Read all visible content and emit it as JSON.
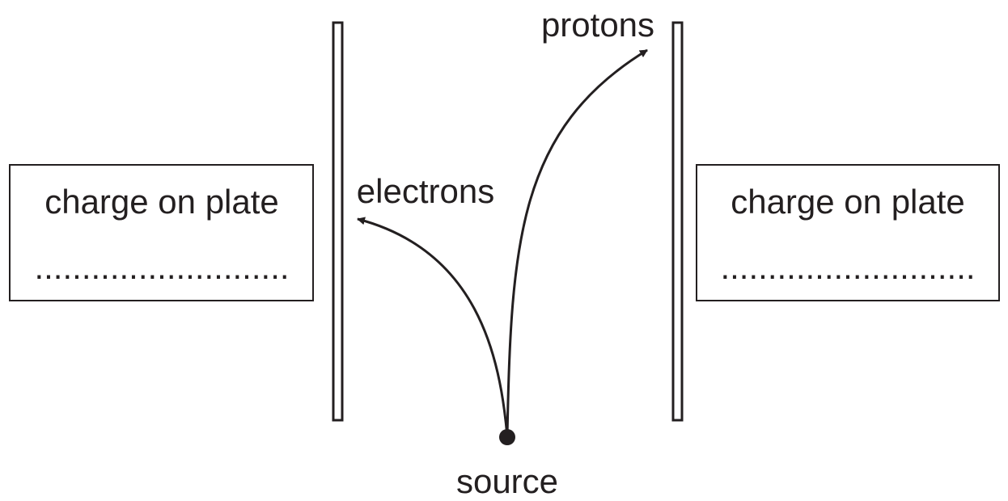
{
  "labels": {
    "protons": "protons",
    "electrons": "electrons",
    "source": "source"
  },
  "left_box": {
    "text": "charge on plate",
    "answer_line": "..........................."
  },
  "right_box": {
    "text": "charge on plate",
    "answer_line": "..........................."
  },
  "colors": {
    "ink": "#231f20",
    "background": "#ffffff"
  }
}
